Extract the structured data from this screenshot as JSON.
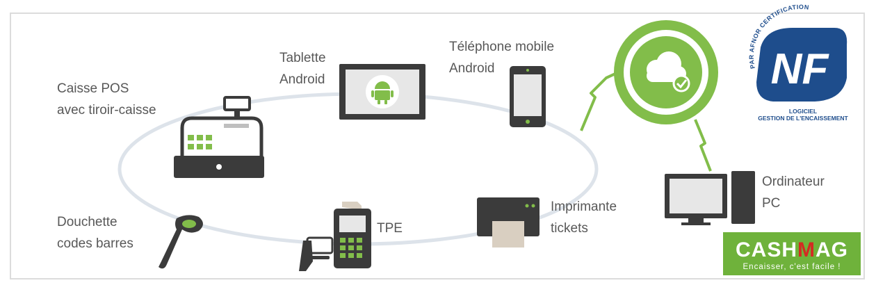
{
  "devices": {
    "pos": {
      "line1": "Caisse POS",
      "line2": "avec tiroir-caisse"
    },
    "tablet": {
      "line1": "Tablette",
      "line2": "Android"
    },
    "phone": {
      "line1": "Téléphone mobile",
      "line2": "Android"
    },
    "computer": {
      "line1": "Ordinateur",
      "line2": "PC"
    },
    "printer": {
      "line1": "Imprimante",
      "line2": "tickets"
    },
    "tpe": {
      "line1": "TPE"
    },
    "scanner": {
      "line1": "Douchette",
      "line2": "codes barres"
    }
  },
  "certification": {
    "ring_text": "PAR AFNOR CERTIFICATION",
    "mark": "NF",
    "line1": "LOGICIEL",
    "line2": "GESTION DE L'ENCAISSEMENT"
  },
  "brand": {
    "name_part1": "CASH",
    "name_part2": "M",
    "name_part3": "AG",
    "tagline": "Encaisser, c'est facile !"
  },
  "colors": {
    "green": "#82bd4a",
    "dark_device": "#3b3b3b",
    "screen": "#e7e7e7",
    "orbit": "#dde3ea",
    "nf_blue": "#1e4d8c",
    "brand_green": "#6fb23b",
    "brand_red": "#d42a22"
  },
  "icons": [
    "android-icon",
    "cloud-check-icon",
    "barcode-scanner-icon",
    "card-terminal-icon",
    "receipt-printer-icon"
  ]
}
